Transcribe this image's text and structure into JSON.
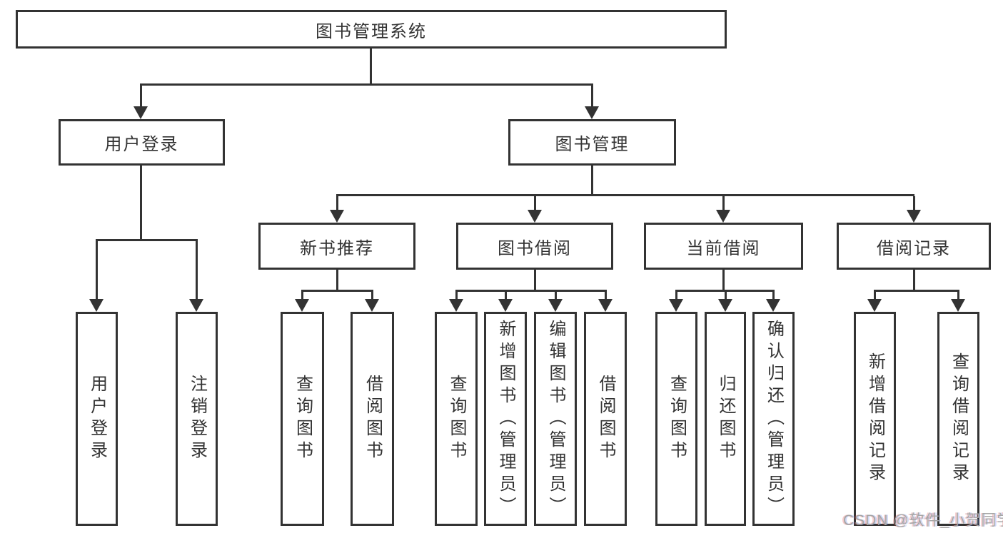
{
  "tree": {
    "root": {
      "label": "图书管理系统"
    },
    "level2": [
      {
        "label": "用户登录",
        "leaves": [
          "用户登录",
          "注销登录"
        ]
      },
      {
        "label": "图书管理",
        "children": [
          {
            "label": "新书推荐",
            "leaves": [
              "查询图书",
              "借阅图书"
            ]
          },
          {
            "label": "图书借阅",
            "leaves": [
              "查询图书",
              "新增图书（管理员）",
              "编辑图书（管理员）",
              "借阅图书"
            ]
          },
          {
            "label": "当前借阅",
            "leaves": [
              "查询图书",
              "归还图书",
              "确认归还（管理员）"
            ]
          },
          {
            "label": "借阅记录",
            "leaves": [
              "新增借阅记录",
              "查询借阅记录"
            ]
          }
        ]
      }
    ]
  },
  "watermark": {
    "text": "CSDN @软件_小贺同学"
  },
  "colors": {
    "line": "#333333",
    "text": "#333333",
    "background": "#ffffff",
    "watermark_gray": "#a6a6a6"
  }
}
